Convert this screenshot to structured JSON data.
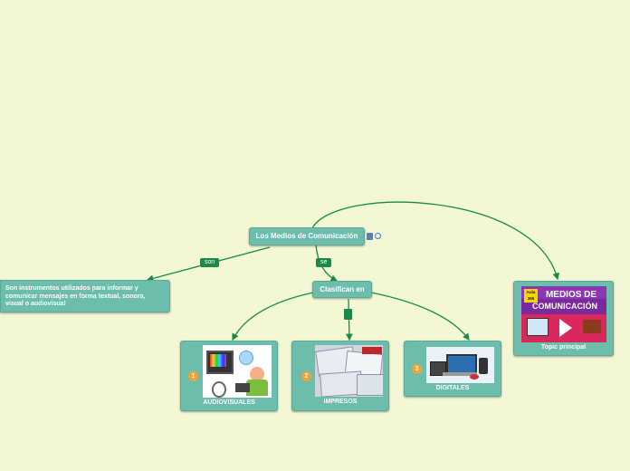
{
  "nodes": {
    "root": {
      "label": "Los Medios de Comunicación"
    },
    "definition": {
      "label": "Son instrumentos utilizados para informar y comunicar mensajes en forma textual, sonora, visual o audiovisual"
    },
    "classify": {
      "label": "Clasifican en"
    },
    "topic": {
      "label": "Topic principal",
      "image_text_top": "MEDIOS DE",
      "image_text_bottom": "COMUNICACIÓN",
      "image_logo": "Aula 365"
    },
    "audiovisuales": {
      "label": "AUDIOVISUALES",
      "badge": "1"
    },
    "impresos": {
      "label": "IMPRESOS",
      "badge": "2"
    },
    "digitales": {
      "label": "DIGITALES",
      "badge": "3"
    }
  },
  "edge_labels": {
    "son": "son",
    "se": "se"
  },
  "colors": {
    "background": "#f3f7d4",
    "node": "#6dbdad",
    "edge": "#178c4a",
    "badge": "#f2a23a"
  },
  "icons": [
    "note-icon",
    "link-icon"
  ]
}
